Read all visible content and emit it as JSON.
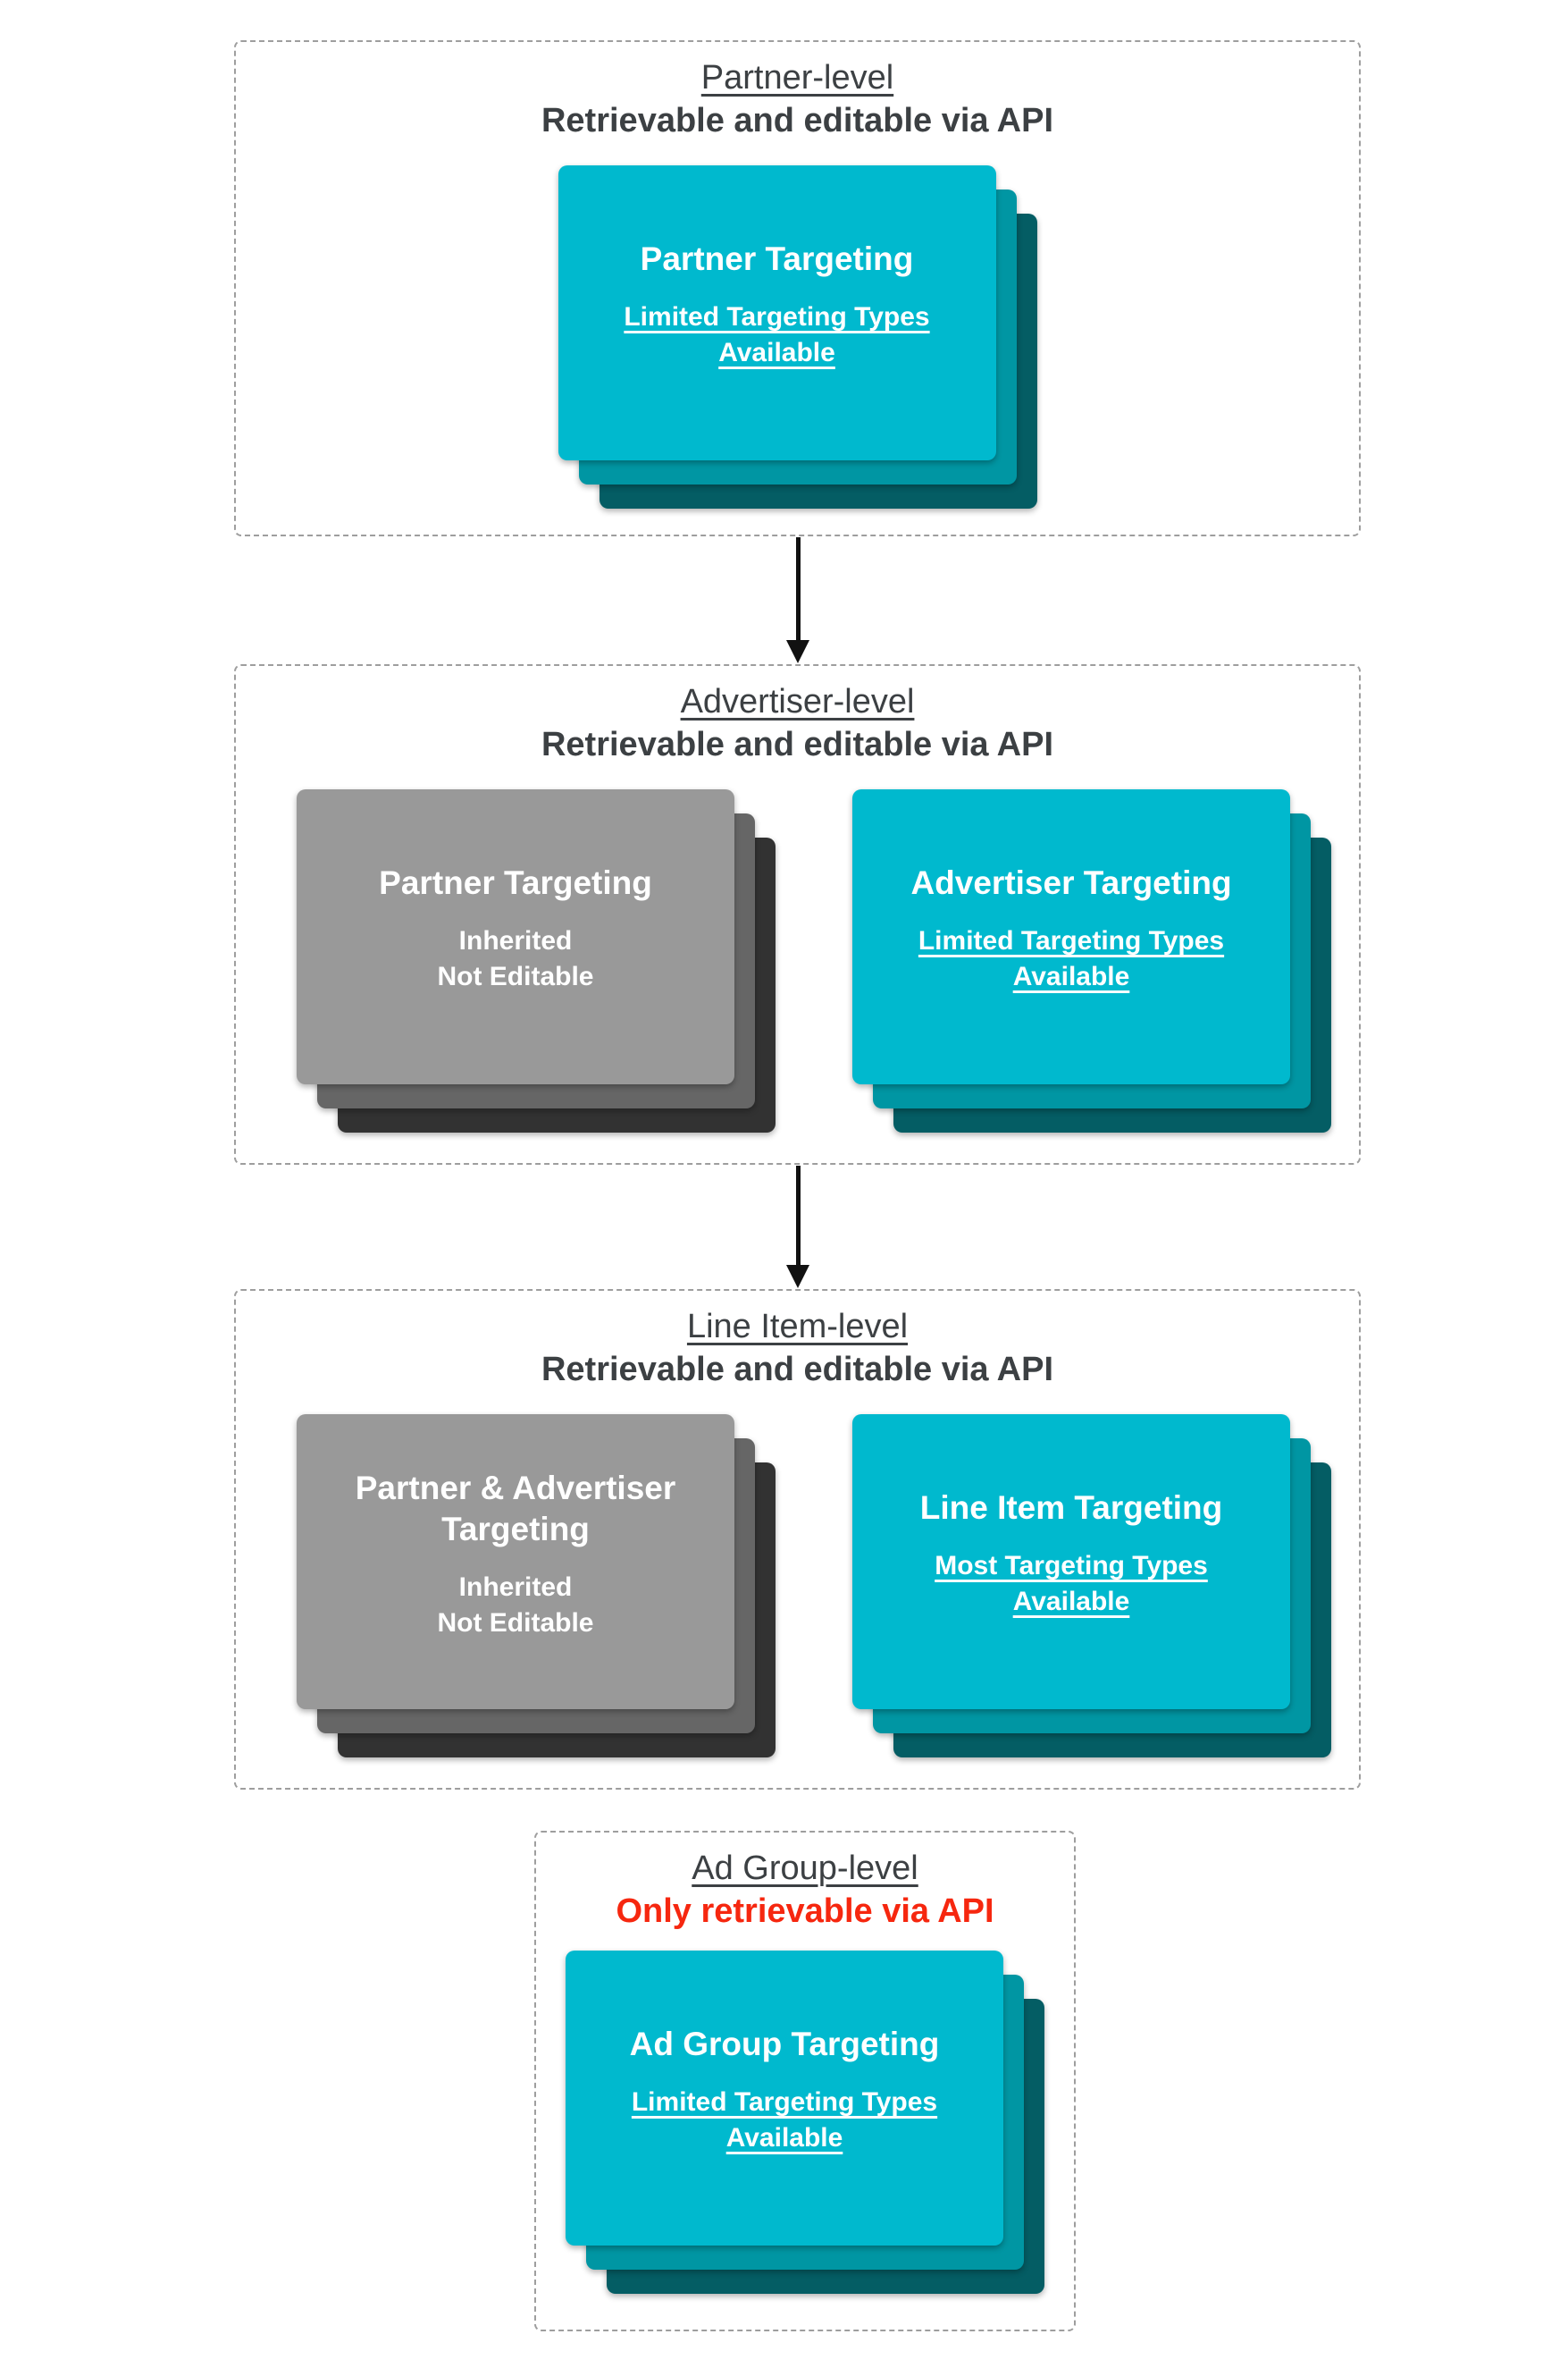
{
  "sections": [
    {
      "id": "partner-level",
      "title": "Partner-level",
      "subtitle": "Retrievable and editable via API",
      "cards": [
        {
          "style": "teal",
          "title": "Partner Targeting",
          "subtext": "Limited Targeting Types Available"
        }
      ]
    },
    {
      "id": "advertiser-level",
      "title": "Advertiser-level",
      "subtitle": "Retrievable and editable via API",
      "cards": [
        {
          "style": "gray",
          "title": "Partner Targeting",
          "subtext_line1": "Inherited",
          "subtext_line2": "Not Editable"
        },
        {
          "style": "teal",
          "title": "Advertiser Targeting",
          "subtext": "Limited Targeting Types Available"
        }
      ]
    },
    {
      "id": "line-item-level",
      "title": "Line Item-level",
      "subtitle": "Retrievable and editable via API",
      "cards": [
        {
          "style": "gray",
          "title": "Partner & Advertiser Targeting",
          "subtext_line1": "Inherited",
          "subtext_line2": "Not Editable"
        },
        {
          "style": "teal",
          "title": "Line Item Targeting",
          "subtext": "Most Targeting Types Available"
        }
      ]
    },
    {
      "id": "ad-group-level",
      "title": "Ad Group-level",
      "subtitle": "Only retrievable via API",
      "subtitle_highlight": "red",
      "cards": [
        {
          "style": "teal",
          "title": "Ad Group Targeting",
          "subtext": "Limited Targeting Types Available"
        }
      ]
    }
  ],
  "colors": {
    "teal_card_front": "#00b9ce",
    "teal_card_mid": "#0096a3",
    "teal_card_back": "#045d64",
    "gray_card_front": "#999999",
    "gray_card_mid": "#666666",
    "gray_card_back": "#323232",
    "heading_text": "#3c4043",
    "alert_red": "#f6270f",
    "card_text": "#ffffff",
    "dashed_border": "#9e9e9e",
    "arrow": "#111111"
  }
}
